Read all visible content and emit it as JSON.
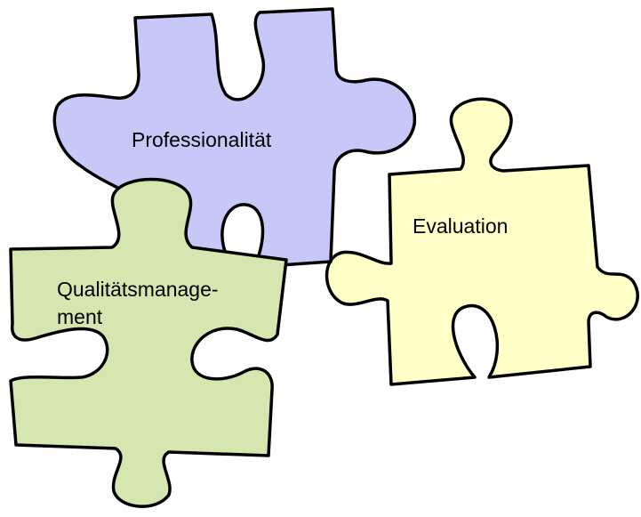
{
  "pieces": [
    {
      "id": "professionalitaet",
      "lines": [
        "Professionalität"
      ],
      "color": "#c8c8f8"
    },
    {
      "id": "evaluation",
      "lines": [
        "Evaluation"
      ],
      "color": "#ffffc8"
    },
    {
      "id": "qualitaetsmanagement",
      "lines": [
        "Qualitätsmanage-",
        "ment"
      ],
      "color": "#d6e6b0"
    }
  ]
}
